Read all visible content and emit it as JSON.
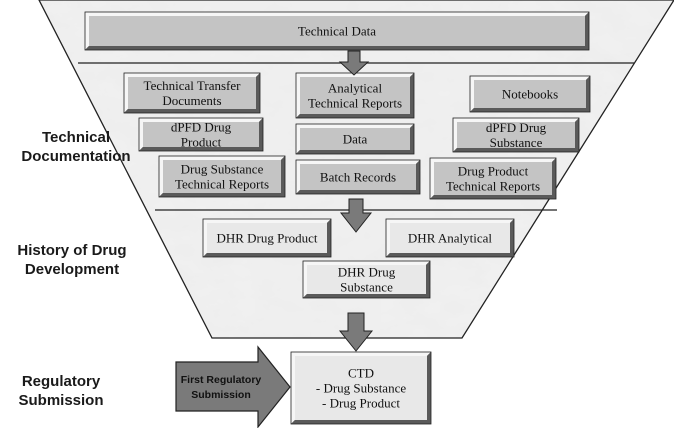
{
  "funnel": {
    "top_box": "Technical Data",
    "technical_boxes": [
      [
        "Technical Transfer",
        "Documents"
      ],
      [
        "Analytical",
        "Technical Reports"
      ],
      [
        "Notebooks"
      ],
      [
        "dPFD Drug",
        "Product"
      ],
      [
        "Data"
      ],
      [
        "dPFD Drug",
        "Substance"
      ],
      [
        "Drug Substance",
        "Technical Reports"
      ],
      [
        "Batch Records"
      ],
      [
        "Drug Product",
        "Technical Reports"
      ]
    ],
    "history_boxes": [
      [
        "DHR Drug Product"
      ],
      [
        "DHR Analytical"
      ],
      [
        "DHR Drug",
        "Substance"
      ]
    ]
  },
  "ctd_box": [
    "CTD",
    "- Drug Substance",
    "- Drug Product"
  ],
  "first_submission_arrow": [
    "First Regulatory",
    "Submission"
  ],
  "side_labels": {
    "technical": [
      "Technical",
      "Documentation"
    ],
    "history": [
      "History of Drug",
      "Development"
    ],
    "regulatory": [
      "Regulatory",
      "Submission"
    ]
  },
  "colors": {
    "marble": "#d9d9d9",
    "box_fill": "#c4c4c4",
    "box_light": "#e8e8e8",
    "arrow_fill": "#7a7a7a",
    "outline": "#333333"
  }
}
